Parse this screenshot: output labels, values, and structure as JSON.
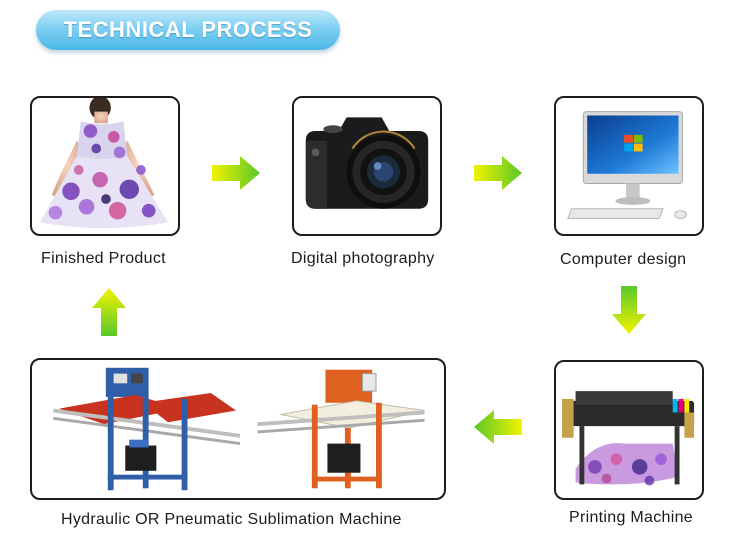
{
  "header": {
    "title": "TECHNICAL PROCESS"
  },
  "steps": {
    "finished": {
      "label": "Finished Product",
      "icon": "dress-icon"
    },
    "photo": {
      "label": "Digital photography",
      "icon": "camera-icon"
    },
    "design": {
      "label": "Computer design",
      "icon": "computer-icon"
    },
    "printing": {
      "label": "Printing Machine",
      "icon": "printer-icon"
    },
    "pressing": {
      "label": "Hydraulic OR Pneumatic Sublimation Machine",
      "icon": "heat-press-icon"
    }
  },
  "flow": [
    "finished",
    "photo",
    "design",
    "printing",
    "pressing",
    "finished"
  ],
  "colors": {
    "banner": "#4bb7e8",
    "arrow_start": "#f2f200",
    "arrow_end": "#5ac82a",
    "border": "#1d1d1d"
  }
}
